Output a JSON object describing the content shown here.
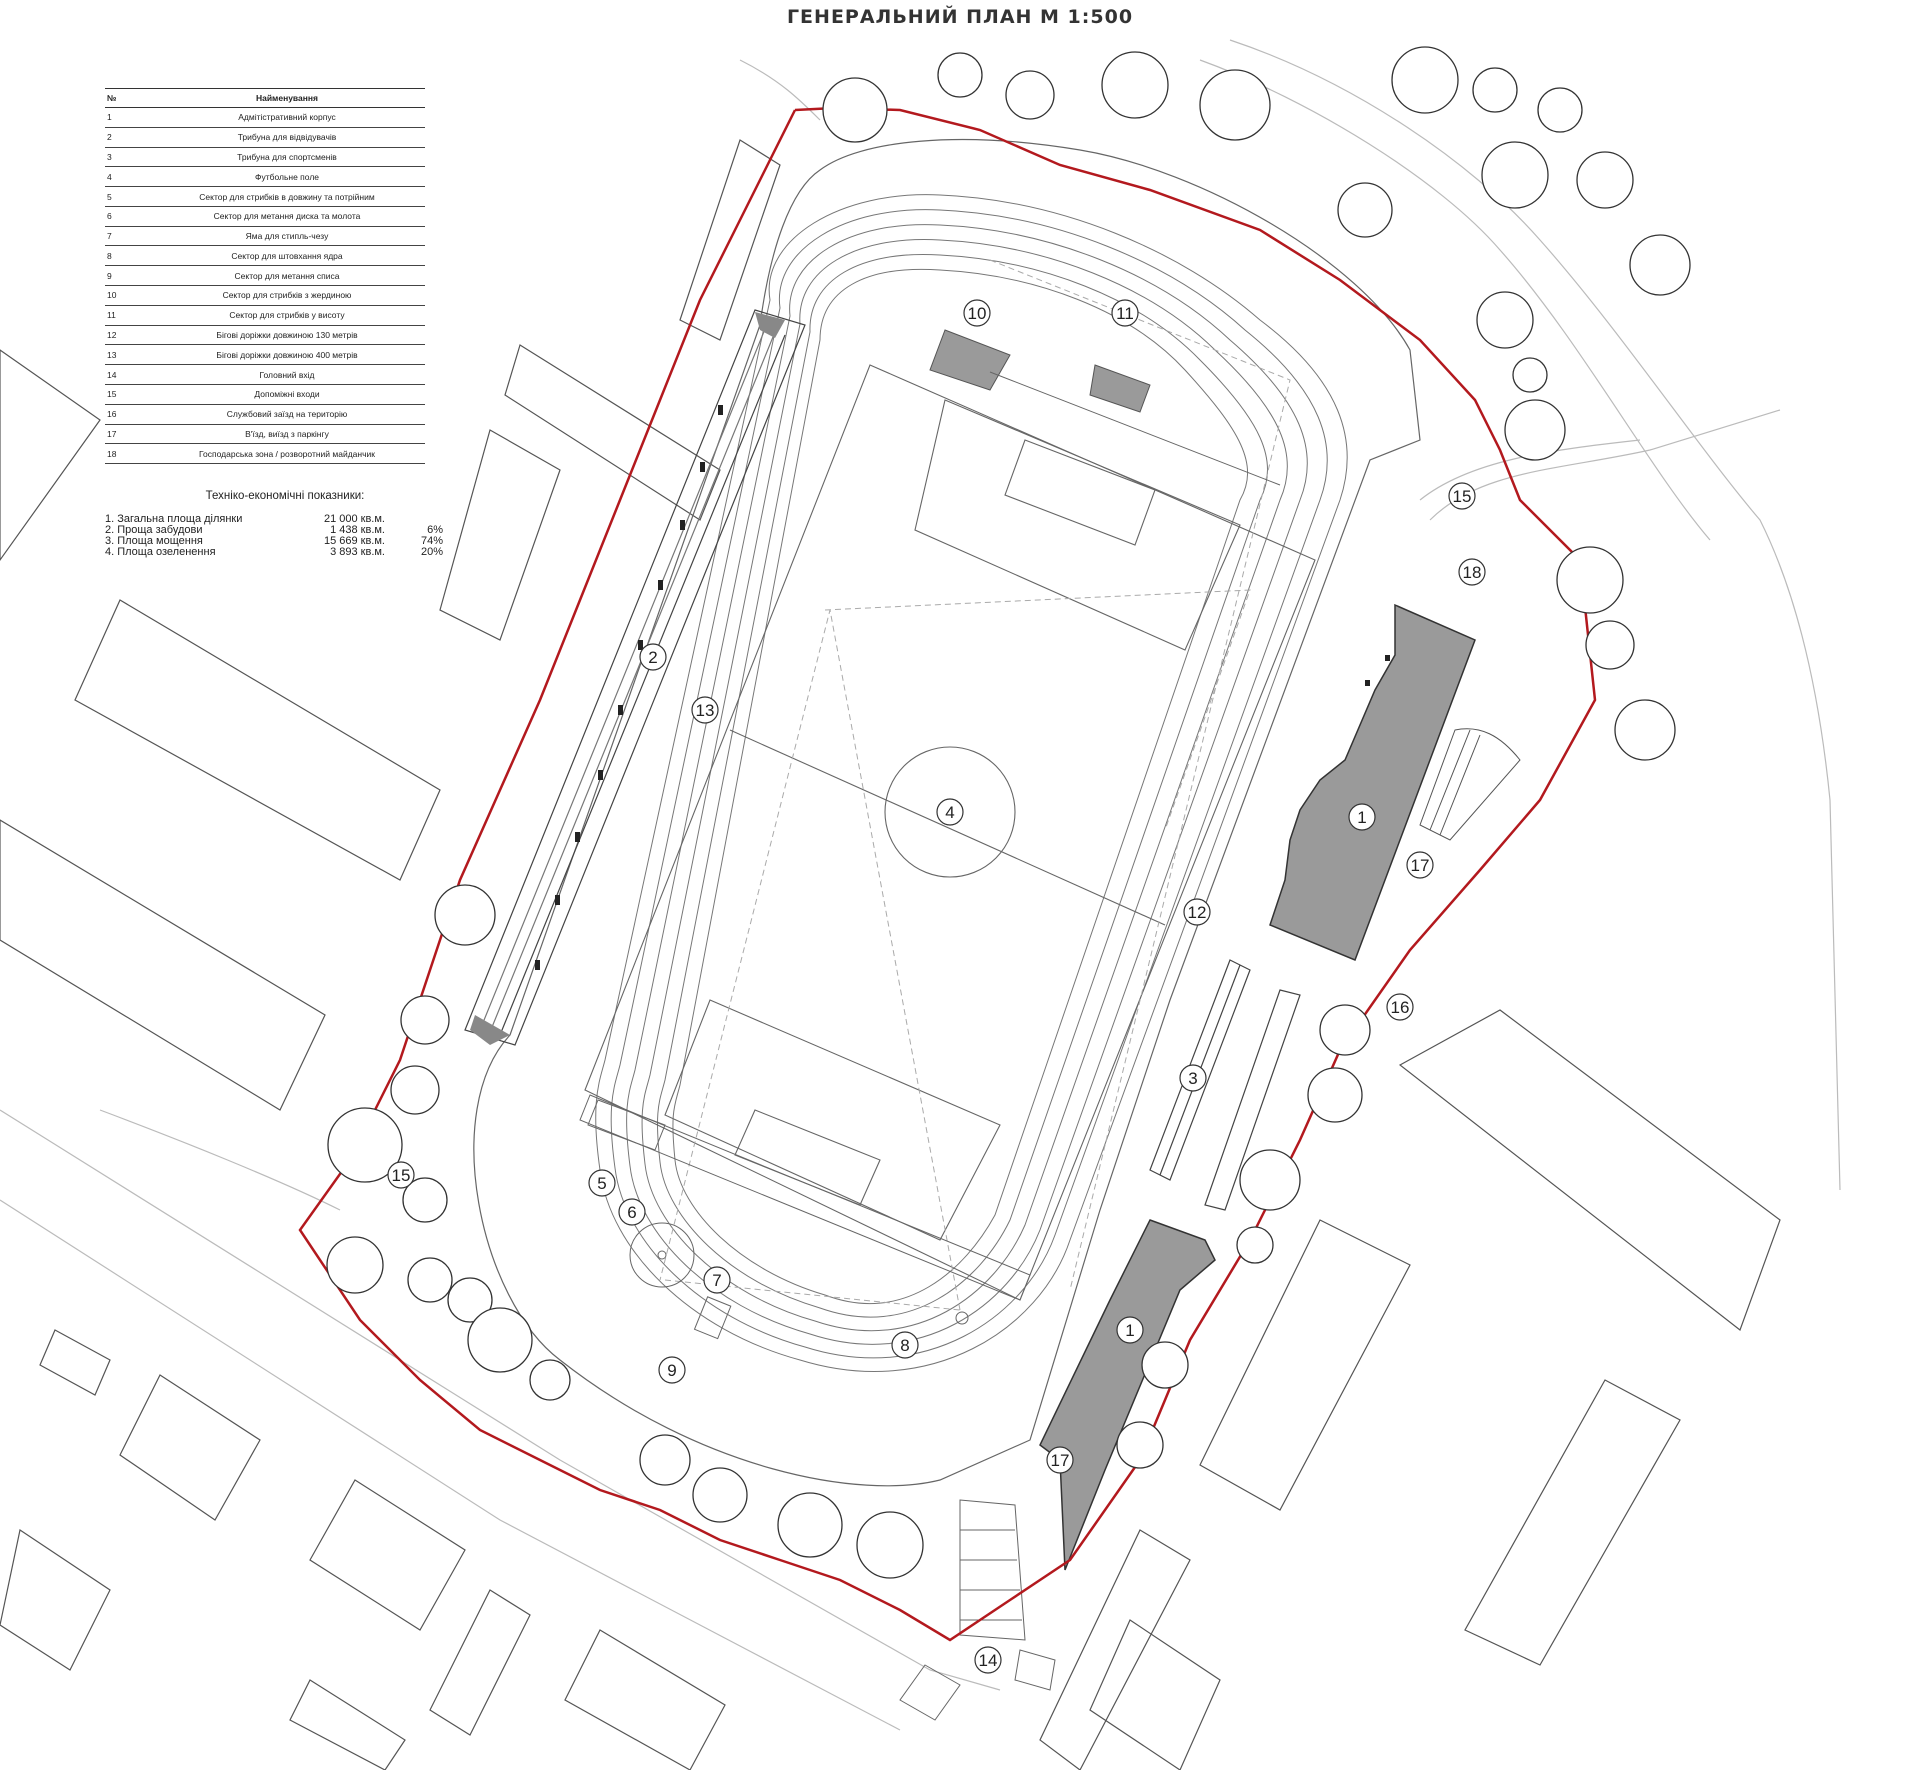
{
  "title": "ГЕНЕРАЛЬНИЙ ПЛАН М 1:500",
  "legend": {
    "header_no": "№",
    "header_name": "Найменування",
    "items": [
      {
        "no": "1",
        "name": "Адмітістративний корпус"
      },
      {
        "no": "2",
        "name": "Трибуна для відвідувачів"
      },
      {
        "no": "3",
        "name": "Трибуна для спортсменів"
      },
      {
        "no": "4",
        "name": "Футбольне поле"
      },
      {
        "no": "5",
        "name": "Сектор для стрибків в довжину та потрійним"
      },
      {
        "no": "6",
        "name": "Сектор для метання диска та молота"
      },
      {
        "no": "7",
        "name": "Яма для стипль-чезу"
      },
      {
        "no": "8",
        "name": "Сектор для штовхання ядра"
      },
      {
        "no": "9",
        "name": "Сектор для метання списа"
      },
      {
        "no": "10",
        "name": "Сектор для стрибків з жердиною"
      },
      {
        "no": "11",
        "name": "Сектор для стрибків у висоту"
      },
      {
        "no": "12",
        "name": "Бігові доріжки довжиною 130 метрів"
      },
      {
        "no": "13",
        "name": "Бігові доріжки довжиною 400 метрів"
      },
      {
        "no": "14",
        "name": "Головний вхід"
      },
      {
        "no": "15",
        "name": "Допоміжні входи"
      },
      {
        "no": "16",
        "name": "Службовий заїзд на територію"
      },
      {
        "no": "17",
        "name": "В'їзд, виїзд з паркінгу"
      },
      {
        "no": "18",
        "name": "Господарська зона / розворотний майданчик"
      }
    ]
  },
  "tech": {
    "title": "Техніко-економічні показники:",
    "rows": [
      {
        "label": "1. Загальна площа ділянки",
        "value": "21 000 кв.м.",
        "pct": ""
      },
      {
        "label": "2. Проща забудови",
        "value": "1 438 кв.м.",
        "pct": "6%"
      },
      {
        "label": "3. Площа мощення",
        "value": "15 669 кв.м.",
        "pct": "74%"
      },
      {
        "label": "4. Площа озеленення",
        "value": "3 893 кв.м.",
        "pct": "20%"
      }
    ]
  },
  "markers": [
    "1",
    "1",
    "2",
    "3",
    "4",
    "5",
    "6",
    "7",
    "8",
    "9",
    "10",
    "11",
    "12",
    "13",
    "14",
    "15",
    "15",
    "16",
    "17",
    "17",
    "18"
  ],
  "colors": {
    "boundary": "#b3191e",
    "building": "#9a9a9a",
    "line": "#555555",
    "light": "#bbbbbb"
  }
}
